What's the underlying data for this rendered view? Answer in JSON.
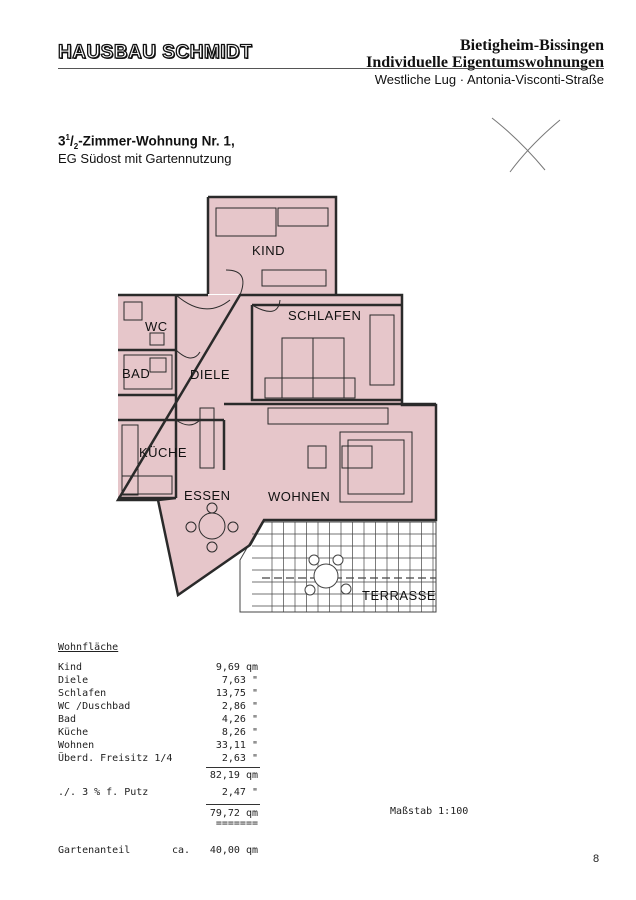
{
  "header": {
    "logo_text": "HAUSBAU SCHMIDT",
    "line1": "Bietigheim-Bissingen",
    "line2": "Individuelle Eigentumswohnungen",
    "line3": "Westliche Lug · Antonia-Visconti-Straße"
  },
  "apartment": {
    "title_prefix": "3",
    "title_sup": "1",
    "title_sub": "2",
    "title_rest": "-Zimmer-Wohnung Nr. 1,",
    "subtitle": "EG Südost mit Gartennutzung"
  },
  "floorplan": {
    "rooms": {
      "kind": "KIND",
      "schlafen": "SCHLAFEN",
      "wc": "WC",
      "bad": "BAD",
      "diele": "DIELE",
      "kueche": "KÜCHE",
      "essen": "ESSEN",
      "wohnen": "WOHNEN",
      "terrasse": "TERRASSE"
    },
    "fill_color": "#e6c6ca",
    "wall_color": "#2a2a2a"
  },
  "area_table": {
    "heading": "Wohnfläche",
    "rows": [
      {
        "name": "Kind",
        "value": "9,69 qm"
      },
      {
        "name": "Diele",
        "value": "7,63 \""
      },
      {
        "name": "Schlafen",
        "value": "13,75 \""
      },
      {
        "name": "WC /Duschbad",
        "value": "2,86 \""
      },
      {
        "name": "Bad",
        "value": "4,26 \""
      },
      {
        "name": "Küche",
        "value": "8,26 \""
      },
      {
        "name": "Wohnen",
        "value": "33,11 \""
      },
      {
        "name": "Überd. Freisitz 1/4",
        "value": "2,63 \""
      }
    ],
    "subtotal": "82,19 qm",
    "deduction_label": "./. 3 % f. Putz",
    "deduction_value": "2,47 \"",
    "total": "79,72 qm",
    "double_rule": "=======",
    "garden_label": "Gartenanteil",
    "garden_ca": "ca.",
    "garden_value": "40,00 qm"
  },
  "scale": "Maßstab 1:100",
  "page_number": "8"
}
